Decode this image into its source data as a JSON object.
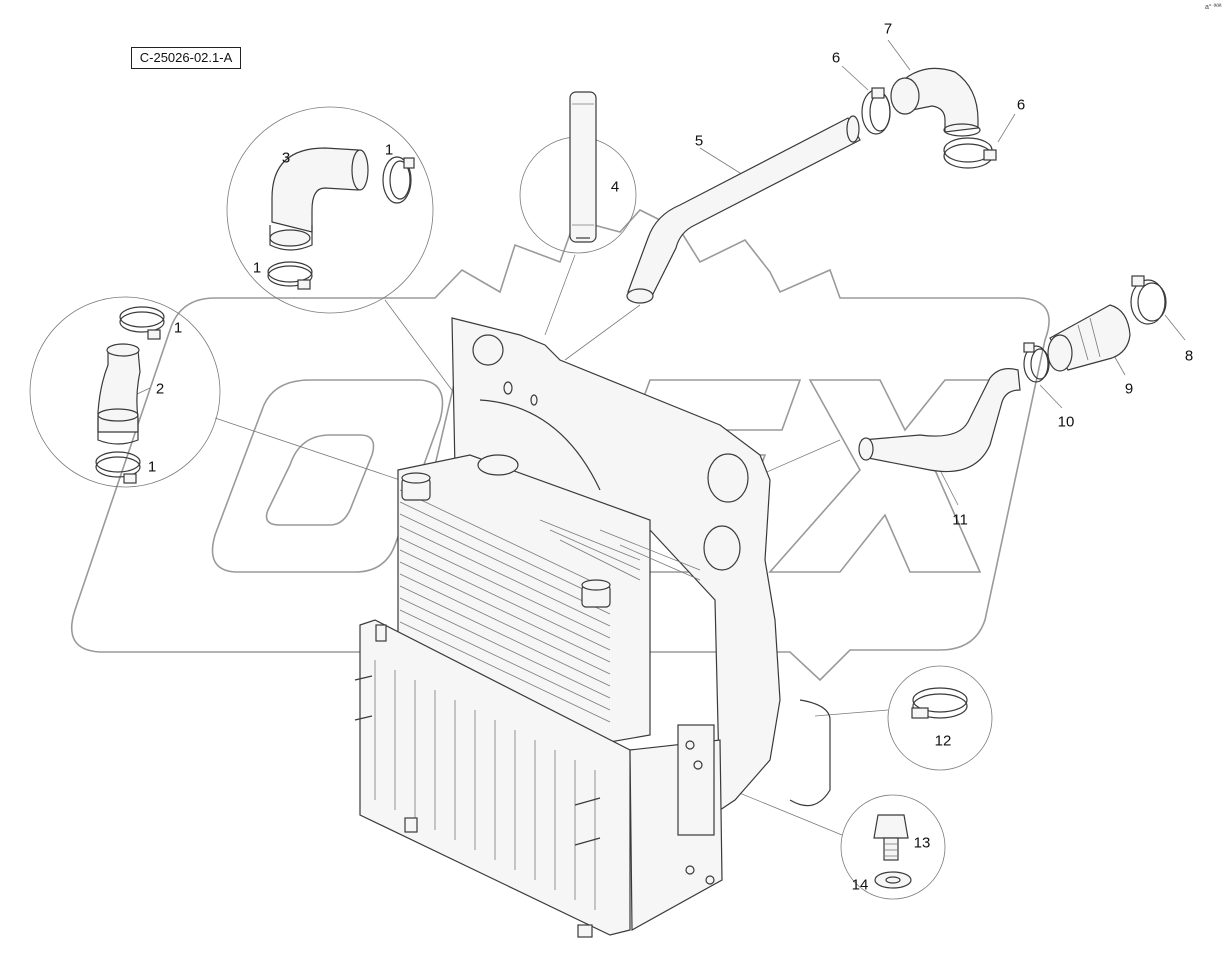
{
  "drawing": {
    "code": "C-25026-02.1-A",
    "corner_mark": "a° ªªª",
    "watermark": "OPEX"
  },
  "callouts": {
    "c1a": "1",
    "c1b": "1",
    "c1c": "1",
    "c1d": "1",
    "c2": "2",
    "c3": "3",
    "c4": "4",
    "c5": "5",
    "c6a": "6",
    "c6b": "6",
    "c7": "7",
    "c8": "8",
    "c9": "9",
    "c10": "10",
    "c11": "11",
    "c12": "12",
    "c13": "13",
    "c14": "14"
  },
  "colors": {
    "line": "#3a3a3a",
    "watermark_stroke": "#9a9a9a",
    "background": "#ffffff"
  }
}
